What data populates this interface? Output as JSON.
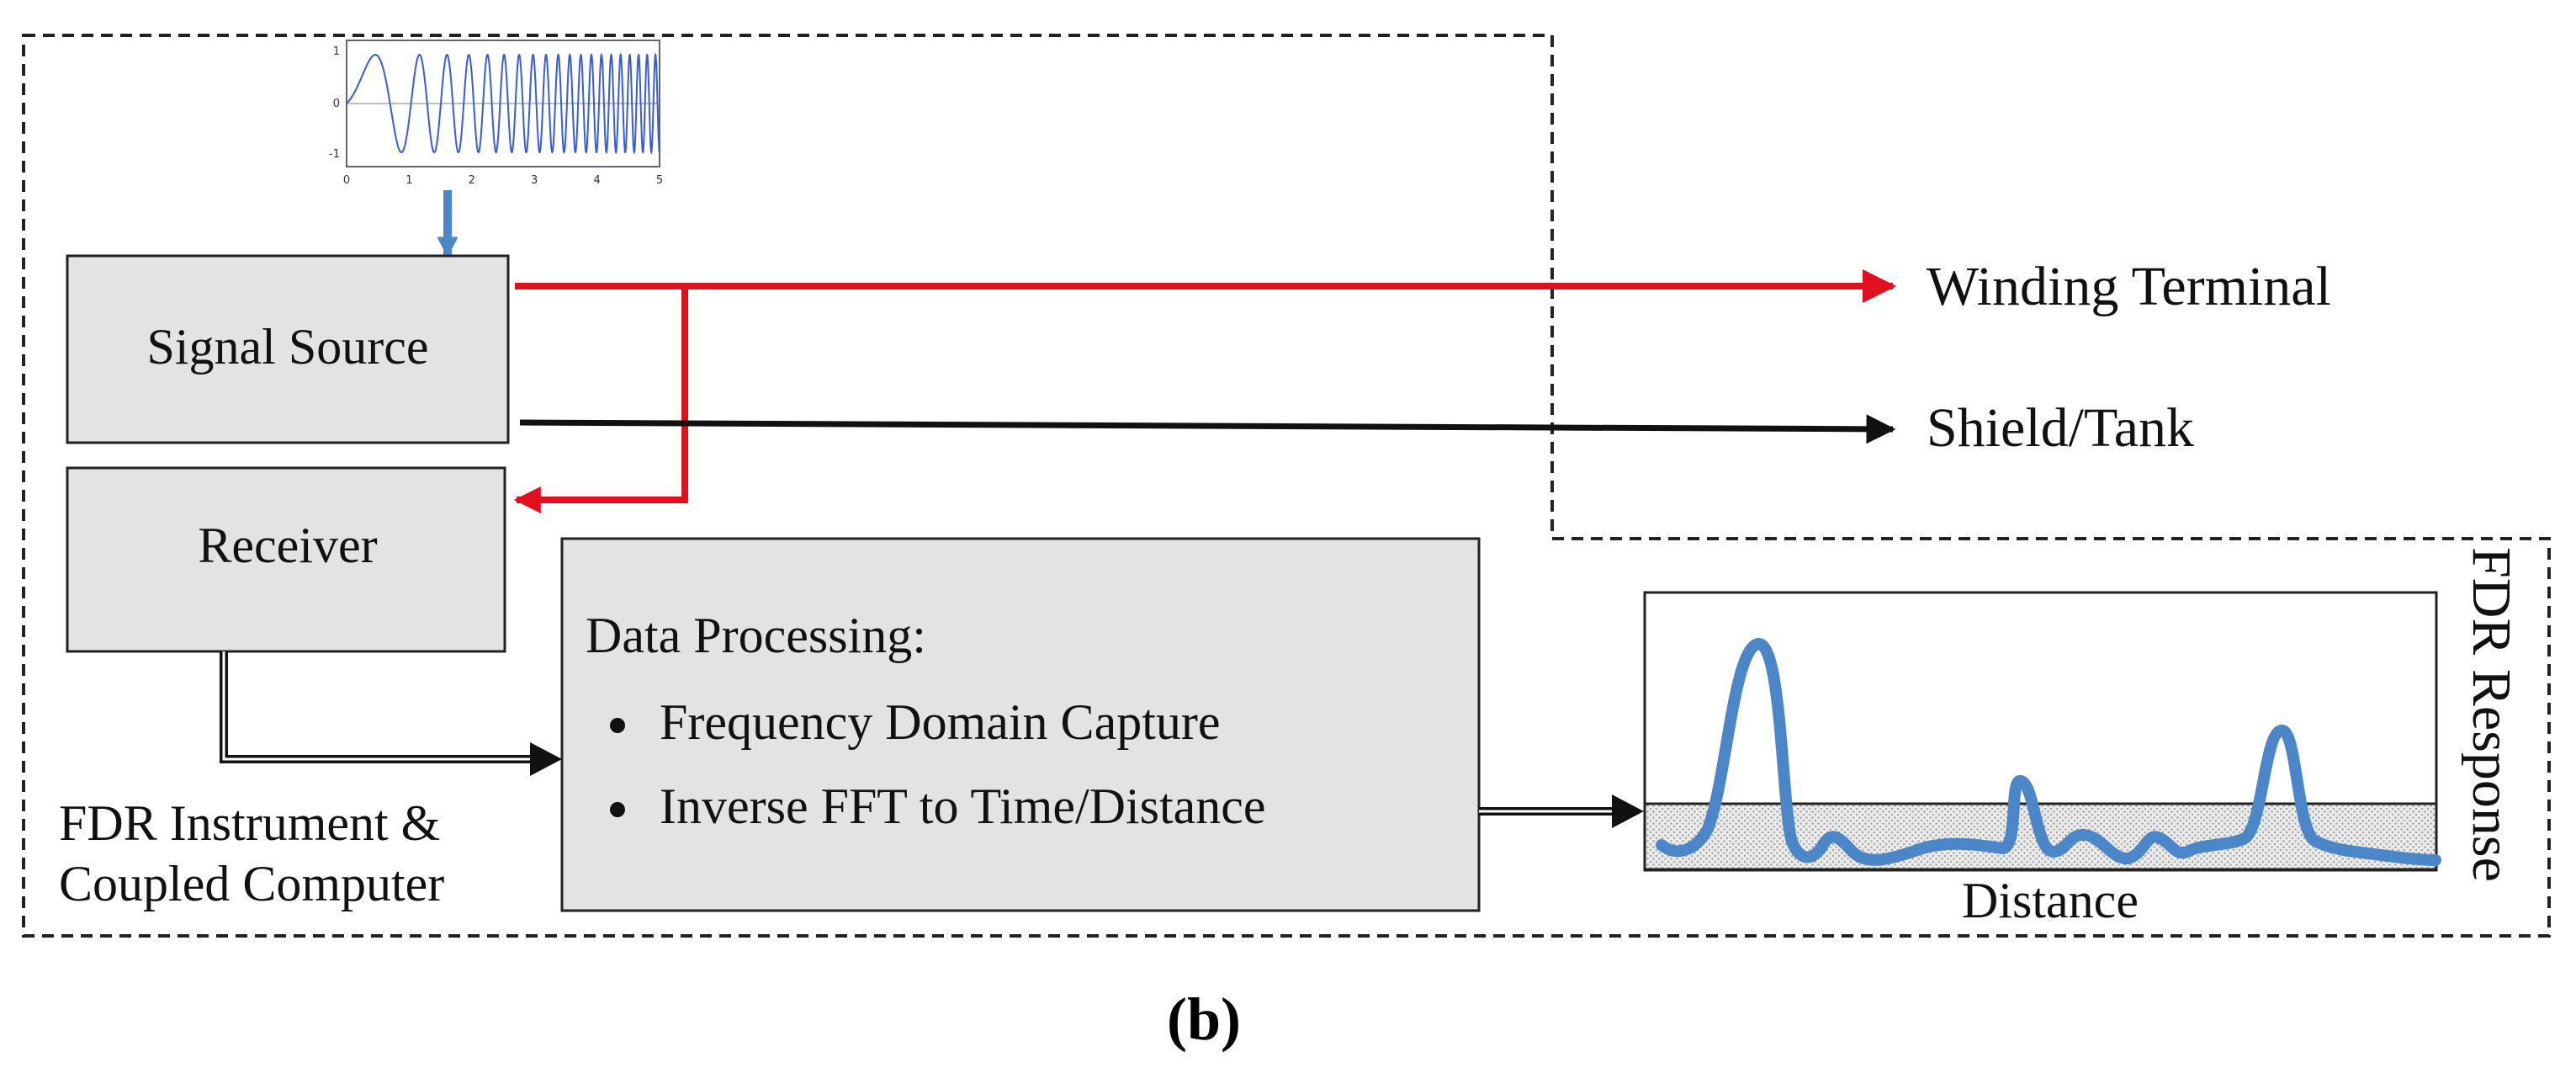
{
  "blocks": {
    "signal_source": "Signal Source",
    "receiver": "Receiver",
    "data_processing": {
      "heading": "Data Processing:",
      "bullets": [
        "Frequency Domain Capture",
        "Inverse FFT to Time/Distance"
      ]
    }
  },
  "outputs": {
    "winding_terminal": "Winding Terminal",
    "shield_tank": "Shield/Tank"
  },
  "instrument_label": [
    "FDR Instrument &",
    "Coupled Computer"
  ],
  "response": {
    "vertical_label": "FDR Response",
    "x_label": "Distance"
  },
  "chirp_plot": {
    "x_ticks": [
      "0",
      "1",
      "2",
      "3",
      "4",
      "5"
    ],
    "y_ticks": [
      "1",
      "0",
      "-1"
    ]
  },
  "caption": "(b)",
  "colors": {
    "signal_line": "#e0101e",
    "ground_line": "#111111",
    "input_arrow": "#4a86c8",
    "chirp_wave": "#3a5bd9",
    "response_curve": "#4a86c8",
    "box_fill": "#e3e3e3"
  }
}
